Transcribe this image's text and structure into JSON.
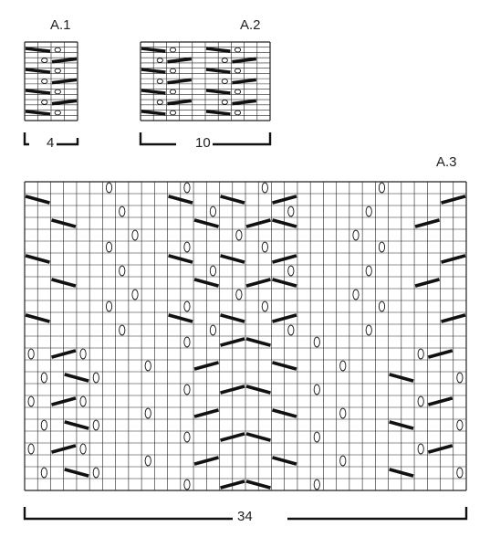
{
  "charts": [
    {
      "label": "A.1",
      "width_label": "4",
      "cols": 4,
      "rows": 15
    },
    {
      "label": "A.2",
      "width_label": "10",
      "cols": 10,
      "rows": 15
    },
    {
      "label": "A.3",
      "width_label": "34",
      "cols": 34,
      "rows": 26
    }
  ],
  "colors": {
    "ink": "#111111",
    "grid": "#222222",
    "background": "#ffffff"
  },
  "legend_symbols": [
    "decrease-stroke",
    "yarn-over-oval"
  ]
}
